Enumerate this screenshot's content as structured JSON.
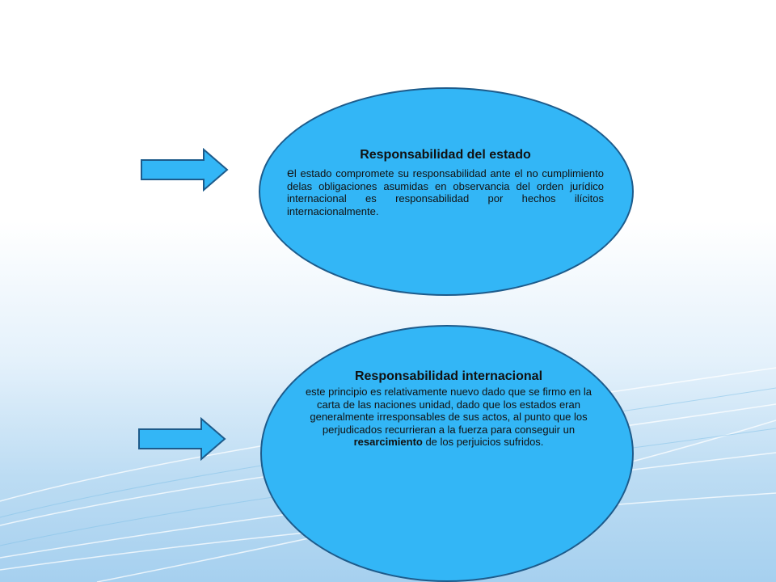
{
  "colors": {
    "ellipse_fill": "#33b6f6",
    "ellipse_border": "#1d5b8b",
    "arrow_fill": "#33b6f6",
    "arrow_border": "#1d5b8b"
  },
  "icons": [
    "right-arrow-icon",
    "right-arrow-icon"
  ],
  "box1": {
    "title": "Responsabilidad del estado",
    "lead_letter": "e",
    "text": "l estado compromete su responsabilidad ante el no cumplimiento delas obligaciones asumidas en observancia del orden jurídico internacional es responsabilidad por hechos ilícitos internacionalmente."
  },
  "box2": {
    "title": "Responsabilidad internacional",
    "text_before": "este principio es relativamente nuevo dado que se firmo en  la carta de las naciones unidad, dado que los estados eran generalmente irresponsables de sus actos, al punto que los perjudicados recurrieran a la fuerza para conseguir un ",
    "bold_word": "resarcimiento",
    "text_after": " de los perjuicios sufridos."
  }
}
